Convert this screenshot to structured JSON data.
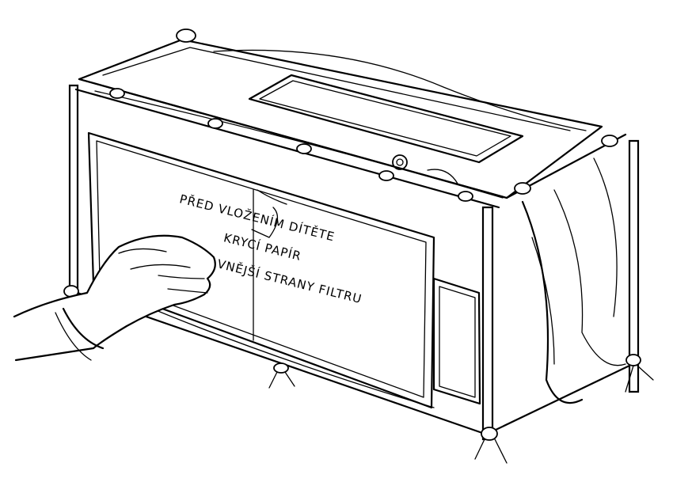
{
  "filter_label": {
    "line1": "PŘED VLOŽENÍM DÍTĚTE",
    "line2": "KRYCÍ PAPÍR",
    "line3": "VNĚJŠÍ STRANY FILTRU"
  },
  "icons": [
    "isolation-tent-frame",
    "hand-icon",
    "tie-knot-icon"
  ]
}
